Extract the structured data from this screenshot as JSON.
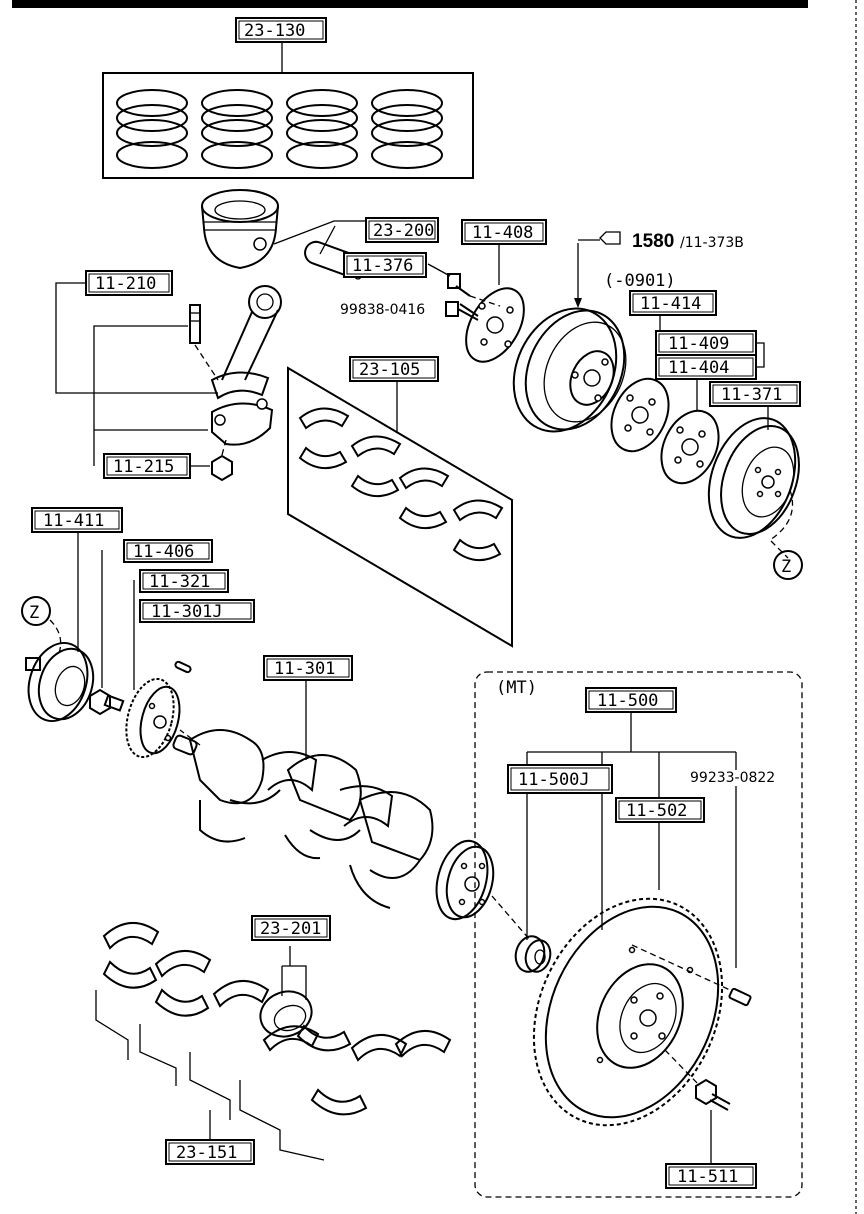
{
  "diagram": {
    "part_labels": {
      "p23_130": "23-130",
      "p23_200": "23-200",
      "p11_408": "11-408",
      "p11_376": "11-376",
      "p11_210": "11-210",
      "p23_105": "23-105",
      "p11_414": "11-414",
      "p11_409": "11-409",
      "p11_404": "11-404",
      "p11_371": "11-371",
      "p11_215": "11-215",
      "p11_411": "11-411",
      "p11_406": "11-406",
      "p11_321": "11-321",
      "p11_301j": "11-301J",
      "p11_301": "11-301",
      "p11_500": "11-500",
      "p11_502": "11-502",
      "p11_500j": "11-500J",
      "p23_201": "23-201",
      "p23_151": "23-151",
      "p11_511": "11-511"
    },
    "bolt_numbers": {
      "bolt_99838": "99838-0416",
      "bolt_99233": "99233-0822"
    },
    "notes": {
      "ref_number": "1580",
      "ref_code": "/11-373B",
      "date_code": "(-0901)",
      "mt_label": "(MT)",
      "z_left": "Z",
      "z_right": "Z"
    }
  }
}
